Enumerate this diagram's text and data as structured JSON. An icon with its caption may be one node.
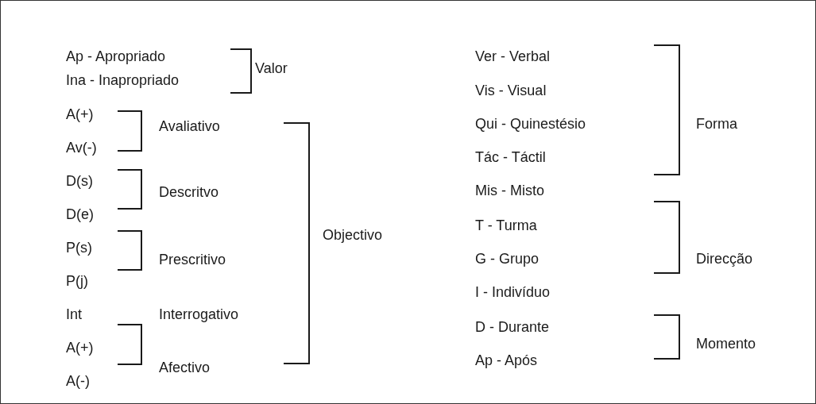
{
  "diagram": {
    "labels": [
      "Ap - Apropriado",
      "Ina - Inapropriado",
      "Valor",
      "A(+)",
      "Avaliativo",
      "Av(-)",
      "D(s)",
      "Descritvo",
      "D(e)",
      "P(s)",
      "Objectivo",
      "Prescritivo",
      "P(j)",
      "Int",
      "Interrogativo",
      "A(+)",
      "Afectivo",
      "A(-)",
      "Ver - Verbal",
      "Vis - Visual",
      "Qui - Quinestésio",
      "Forma",
      "Tác - Táctil",
      "Mis - Misto",
      "T - Turma",
      "G - Grupo",
      "Direcção",
      "I - Indivíduo",
      "D - Durante",
      "Momento",
      "Ap - Após"
    ]
  }
}
